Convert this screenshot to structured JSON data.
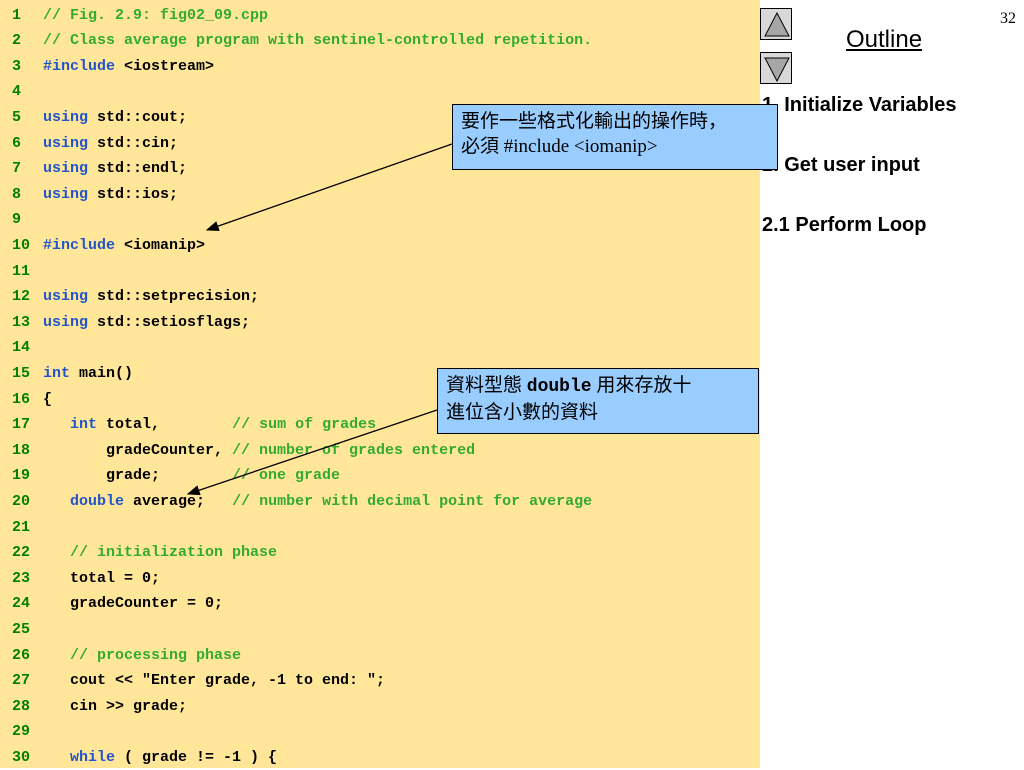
{
  "slide": {
    "number": "32",
    "outline_title": "Outline",
    "outline_items": [
      "1.  Initialize Variables",
      "2.  Get user input",
      "2.1  Perform Loop"
    ],
    "nav": {
      "up_icon": "triangle-up-icon",
      "down_icon": "triangle-down-icon"
    },
    "colors": {
      "code_background": "#ffe699",
      "keyword": "#2255cc",
      "comment": "#33aa33",
      "line_number": "#008000",
      "callout_background": "#99ccff"
    }
  },
  "code": {
    "lines": [
      {
        "n": "1",
        "src": [
          {
            "t": "// Fig. 2.9: fig02_09.cpp",
            "c": "cm"
          }
        ]
      },
      {
        "n": "2",
        "src": [
          {
            "t": "// Class average program with sentinel-controlled repetition.",
            "c": "cm"
          }
        ]
      },
      {
        "n": "3",
        "src": [
          {
            "t": "#include",
            "c": "pp"
          },
          {
            "t": " <iostream>",
            "c": ""
          }
        ]
      },
      {
        "n": "4",
        "src": []
      },
      {
        "n": "5",
        "src": [
          {
            "t": "using",
            "c": "kw"
          },
          {
            "t": " std::cout;",
            "c": ""
          }
        ]
      },
      {
        "n": "6",
        "src": [
          {
            "t": "using",
            "c": "kw"
          },
          {
            "t": " std::cin;",
            "c": ""
          }
        ]
      },
      {
        "n": "7",
        "src": [
          {
            "t": "using",
            "c": "kw"
          },
          {
            "t": " std::endl;",
            "c": ""
          }
        ]
      },
      {
        "n": "8",
        "src": [
          {
            "t": "using",
            "c": "kw"
          },
          {
            "t": " std::ios;",
            "c": ""
          }
        ]
      },
      {
        "n": "9",
        "src": []
      },
      {
        "n": "10",
        "src": [
          {
            "t": "#include",
            "c": "pp"
          },
          {
            "t": " <iomanip>",
            "c": ""
          }
        ]
      },
      {
        "n": "11",
        "src": []
      },
      {
        "n": "12",
        "src": [
          {
            "t": "using",
            "c": "kw"
          },
          {
            "t": " std::setprecision;",
            "c": ""
          }
        ]
      },
      {
        "n": "13",
        "src": [
          {
            "t": "using",
            "c": "kw"
          },
          {
            "t": " std::setiosflags;",
            "c": ""
          }
        ]
      },
      {
        "n": "14",
        "src": []
      },
      {
        "n": "15",
        "src": [
          {
            "t": "int",
            "c": "kw"
          },
          {
            "t": " main()",
            "c": ""
          }
        ]
      },
      {
        "n": "16",
        "src": [
          {
            "t": "{",
            "c": ""
          }
        ]
      },
      {
        "n": "17",
        "src": [
          {
            "t": "   ",
            "c": ""
          },
          {
            "t": "int",
            "c": "kw"
          },
          {
            "t": " total,        ",
            "c": ""
          },
          {
            "t": "// sum of grades",
            "c": "cm"
          }
        ]
      },
      {
        "n": "18",
        "src": [
          {
            "t": "       gradeCounter, ",
            "c": ""
          },
          {
            "t": "// number of grades entered",
            "c": "cm"
          }
        ]
      },
      {
        "n": "19",
        "src": [
          {
            "t": "       grade;        ",
            "c": ""
          },
          {
            "t": "// one grade",
            "c": "cm"
          }
        ]
      },
      {
        "n": "20",
        "src": [
          {
            "t": "   ",
            "c": ""
          },
          {
            "t": "double",
            "c": "kw"
          },
          {
            "t": " average;   ",
            "c": ""
          },
          {
            "t": "// number with decimal point for average",
            "c": "cm"
          }
        ]
      },
      {
        "n": "21",
        "src": []
      },
      {
        "n": "22",
        "src": [
          {
            "t": "   ",
            "c": ""
          },
          {
            "t": "// initialization phase",
            "c": "cm"
          }
        ]
      },
      {
        "n": "23",
        "src": [
          {
            "t": "   total = 0;",
            "c": ""
          }
        ]
      },
      {
        "n": "24",
        "src": [
          {
            "t": "   gradeCounter = 0;",
            "c": ""
          }
        ]
      },
      {
        "n": "25",
        "src": []
      },
      {
        "n": "26",
        "src": [
          {
            "t": "   ",
            "c": ""
          },
          {
            "t": "// processing phase",
            "c": "cm"
          }
        ]
      },
      {
        "n": "27",
        "src": [
          {
            "t": "   cout << \"Enter grade, -1 to end: \";",
            "c": ""
          }
        ]
      },
      {
        "n": "28",
        "src": [
          {
            "t": "   cin >> grade;",
            "c": ""
          }
        ]
      },
      {
        "n": "29",
        "src": []
      },
      {
        "n": "30",
        "src": [
          {
            "t": "   ",
            "c": ""
          },
          {
            "t": "while",
            "c": "kw"
          },
          {
            "t": " ( grade != -1 ) {",
            "c": ""
          }
        ]
      }
    ]
  },
  "callouts": {
    "iomanip": {
      "line1": "要作一些格式化輸出的操作時，",
      "line2": "必須 #include <iomanip>"
    },
    "double": {
      "prefix": "資料型態 ",
      "code": "double",
      "suffix": " 用來存放十",
      "line2": "進位含小數的資料"
    }
  }
}
